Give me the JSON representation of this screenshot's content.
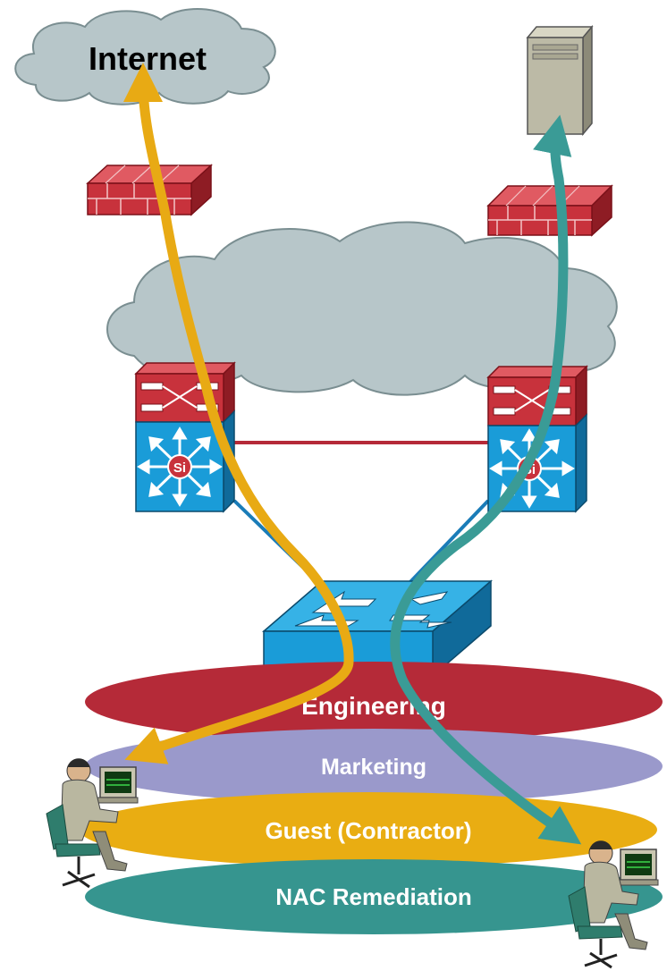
{
  "labels": {
    "internet": "Internet",
    "engineering": "Engineering",
    "marketing": "Marketing",
    "guest": "Guest (Contractor)",
    "nac": "NAC Remediation",
    "si_left": "Si",
    "si_right": "Si"
  },
  "colors": {
    "cloud": "#b7c6c9",
    "firewall": "#c8323c",
    "switch_blue": "#1a9cd8",
    "engineering": "#b52a38",
    "marketing": "#9a99cb",
    "guest": "#e9ad12",
    "nac": "#36958f",
    "path_internet": "#e8aa14",
    "path_server": "#3a9b96",
    "link": "#b52a38"
  }
}
